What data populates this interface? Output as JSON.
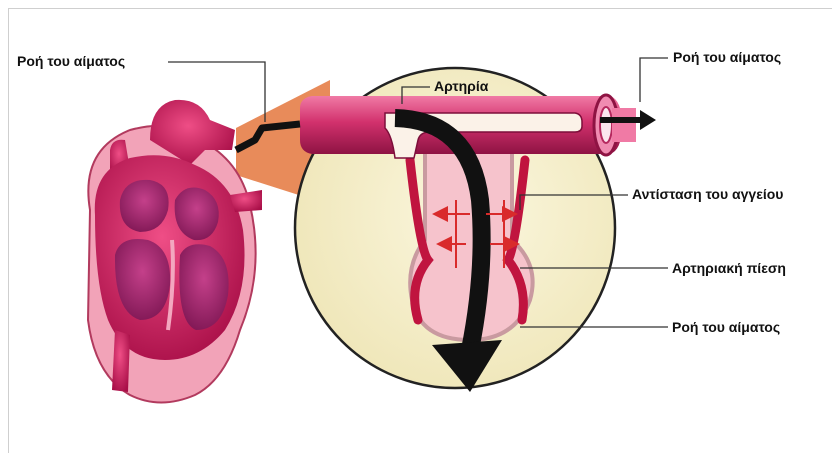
{
  "labels": {
    "flow_left": "Ροή του αίματος",
    "flow_right": "Ροή του αίματος",
    "artery": "Αρτηρία",
    "vessel_resistance": "Αντίσταση του αγγείου",
    "arterial_pressure": "Αρτηριακή πίεση",
    "flow_bottom": "Ροή του αίματος"
  },
  "colors": {
    "heart_dark": "#b0134f",
    "heart_mid": "#d61f63",
    "heart_inner": "#8c1a5a",
    "heart_light": "#f2a3b8",
    "circle_fill": "#f6f1cf",
    "artery_pink": "#e0467f",
    "flow_black": "#111111",
    "arrow_red": "#d92b2b",
    "skin": "#e88b5a"
  }
}
